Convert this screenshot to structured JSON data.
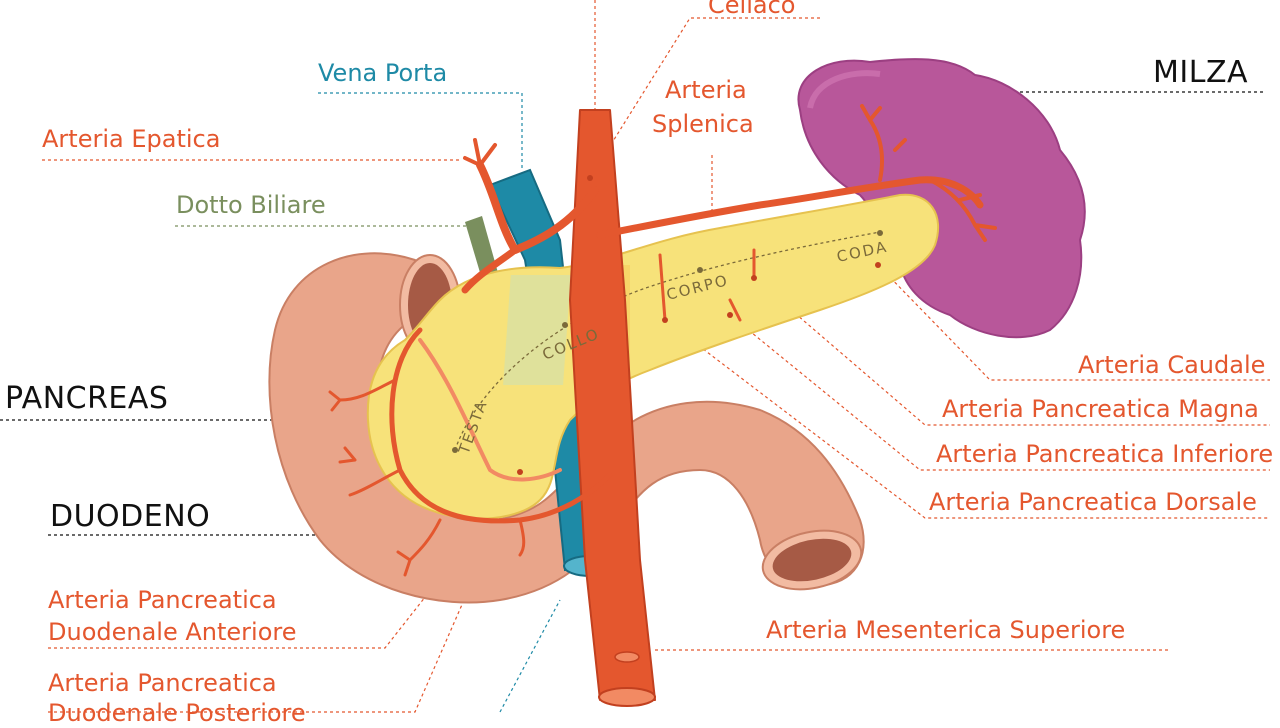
{
  "labels": {
    "celiaco": "Celiaco",
    "vena_porta": "Vena Porta",
    "arteria_epatica": "Arteria Epatica",
    "dotto_biliare": "Dotto Biliare",
    "arteria_splenica_1": "Arteria",
    "arteria_splenica_2": "Splenica",
    "milza": "MILZA",
    "pancreas": "PANCREAS",
    "duodeno": "DUODENO",
    "arteria_caudale": "Arteria Caudale",
    "arteria_pancreatica_magna": "Arteria Pancreatica Magna",
    "arteria_pancreatica_inferiore": "Arteria Pancreatica Inferiore",
    "arteria_pancreatica_dorsale": "Arteria Pancreatica Dorsale",
    "apd_anteriore_1": "Arteria Pancreatica",
    "apd_anteriore_2": "Duodenale Anteriore",
    "apd_posteriore_1": "Arteria Pancreatica",
    "apd_posteriore_2": "Duodenale Posteriore",
    "arteria_mesenterica": "Arteria Mesenterica Superiore"
  },
  "regions": {
    "testa": "TESTA",
    "collo": "COLLO",
    "corpo": "CORPO",
    "coda": "CODA"
  },
  "colors": {
    "artery": "#e4572e",
    "vein": "#1e8aa6",
    "bile_duct": "#7a8f5e",
    "pancreas": "#f7e27a",
    "duodenum": "#e9a58a",
    "spleen": "#b8579a"
  }
}
